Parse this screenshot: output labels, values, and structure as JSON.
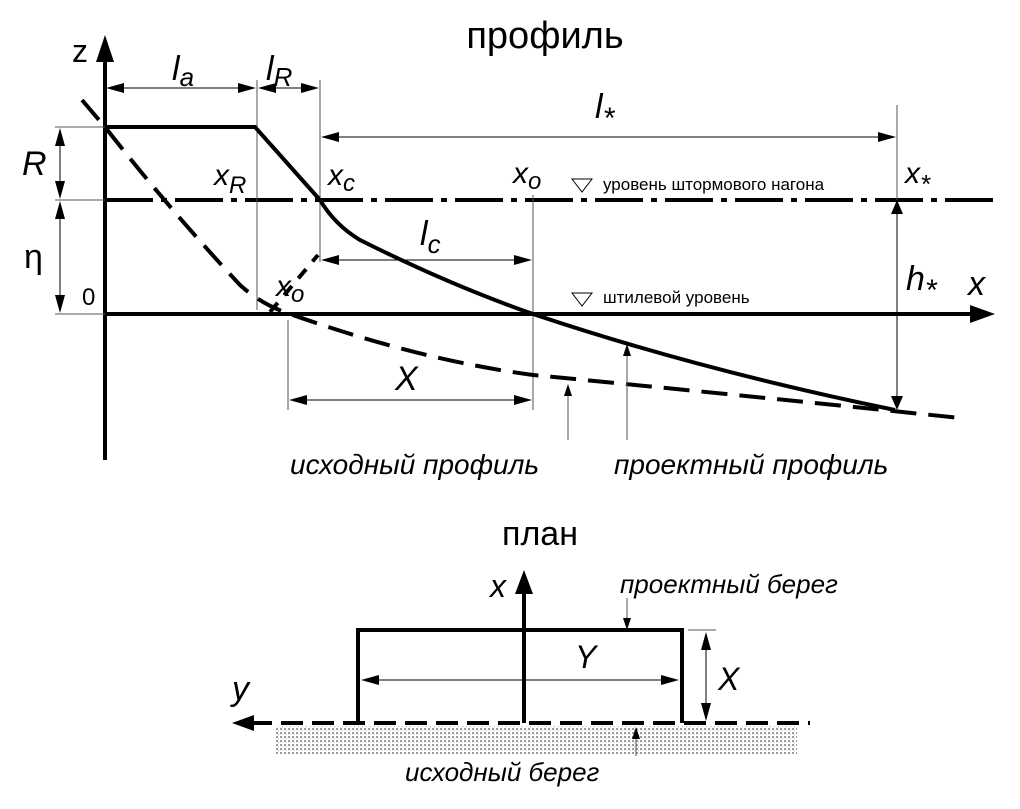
{
  "profile": {
    "title": "профиль",
    "axis_z": "z",
    "axis_x": "x",
    "origin": "0",
    "l_a": {
      "main": "l",
      "sub": "a"
    },
    "l_R": {
      "main": "l",
      "sub": "R"
    },
    "l_star": {
      "main": "l",
      "sub": "*"
    },
    "l_c": {
      "main": "l",
      "sub": "c"
    },
    "R": "R",
    "eta": "η",
    "x_R": {
      "main": "x",
      "sub": "R"
    },
    "x_c": {
      "main": "x",
      "sub": "c"
    },
    "x_o_top": {
      "main": "x",
      "sub": "o"
    },
    "x_o_low": {
      "main": "x",
      "sub": "o"
    },
    "x_star": {
      "main": "x",
      "sub": "*"
    },
    "h_star": {
      "main": "h",
      "sub": "*"
    },
    "X": "X",
    "storm_level": "уровень штормового нагона",
    "calm_level": "штилевой уровень",
    "initial_profile": "исходный профиль",
    "design_profile": "проектный профиль"
  },
  "plan": {
    "title": "план",
    "axis_x": "x",
    "axis_y": "y",
    "Y": "Y",
    "X": "X",
    "design_shore": "проектный берег",
    "initial_shore": "исходный берег"
  },
  "colors": {
    "ink": "#000000",
    "thin": "#555555",
    "sand": "#cfcfcf"
  }
}
